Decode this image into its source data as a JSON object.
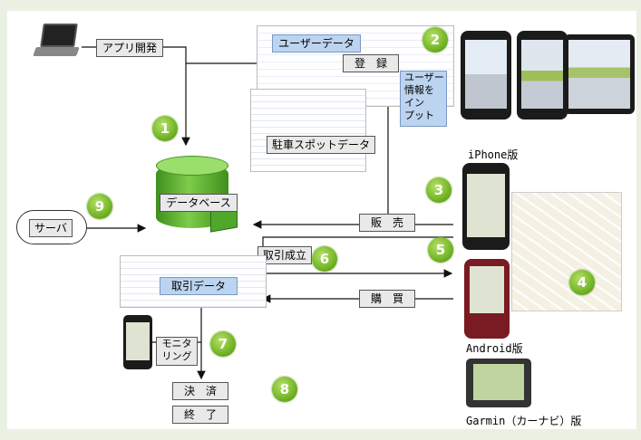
{
  "labels": {
    "app_dev": "アプリ開発",
    "user_data": "ユーザーデータ",
    "register": "登　録",
    "user_input": "ユーザー\n情報を\nイン\nプット",
    "parking_data": "駐車スポットデータ",
    "database": "データベース",
    "server": "サーバ",
    "sales": "販　売",
    "deal_closed": "取引成立",
    "deal_data": "取引データ",
    "purchase": "購　買",
    "monitoring": "モニタ\nリング",
    "settlement": "決　済",
    "end": "終　了"
  },
  "captions": {
    "iphone": "iPhone版",
    "android": "Android版",
    "garmin": "Garmin（カーナビ）版"
  },
  "badges": [
    "1",
    "2",
    "3",
    "4",
    "5",
    "6",
    "7",
    "8",
    "9"
  ],
  "colors": {
    "badge_green": "#78b92a",
    "label_gray": "#e9e9e9",
    "label_blue": "#bcd4ef",
    "db_green": "#5fb534",
    "arrow": "#111111"
  }
}
